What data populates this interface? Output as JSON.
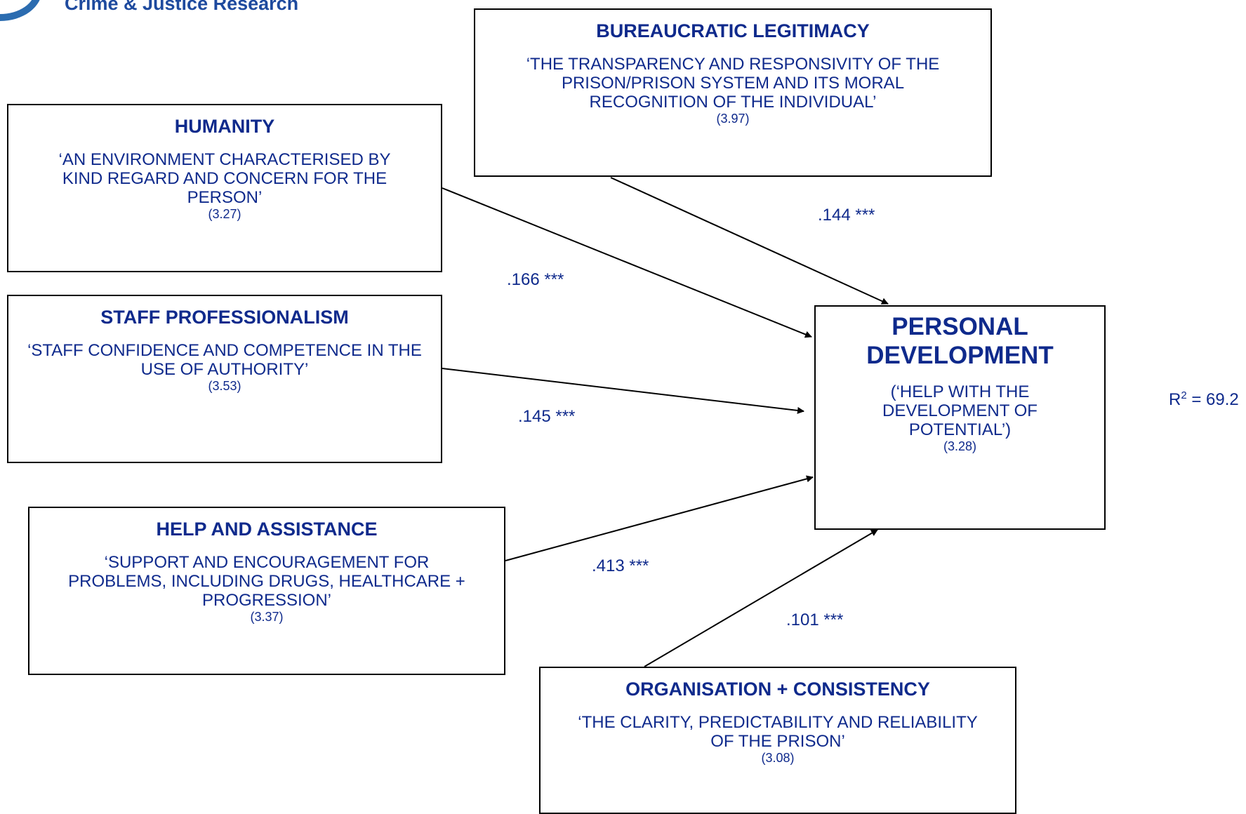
{
  "header": {
    "title": "Crime & Justice Research"
  },
  "boxes": {
    "bureaucratic": {
      "title": "BUREAUCRATIC LEGITIMACY",
      "desc": "‘THE TRANSPARENCY AND RESPONSIVITY OF THE PRISON/PRISON SYSTEM AND ITS MORAL RECOGNITION OF THE INDIVIDUAL’",
      "score": "(3.97)"
    },
    "humanity": {
      "title": "HUMANITY",
      "desc": "‘AN ENVIRONMENT CHARACTERISED BY KIND REGARD AND CONCERN FOR THE PERSON’",
      "score": "(3.27)"
    },
    "staff": {
      "title": "STAFF PROFESSIONALISM",
      "desc": "‘STAFF CONFIDENCE AND COMPETENCE IN THE USE OF AUTHORITY’",
      "score": "(3.53)"
    },
    "help": {
      "title": "HELP AND ASSISTANCE",
      "desc": "‘SUPPORT AND ENCOURAGEMENT FOR PROBLEMS, INCLUDING DRUGS, HEALTHCARE + PROGRESSION’",
      "score": "(3.37)"
    },
    "organisation": {
      "title": "ORGANISATION + CONSISTENCY",
      "desc": "‘THE CLARITY, PREDICTABILITY AND RELIABILITY OF THE PRISON’",
      "score": "(3.08)"
    },
    "outcome": {
      "title": "PERSONAL DEVELOPMENT",
      "desc": "(‘HELP WITH THE DEVELOPMENT OF POTENTIAL’)",
      "score": "(3.28)"
    }
  },
  "coefficients": {
    "bureaucratic": ".144 ***",
    "humanity": ".166 ***",
    "staff": ".145 ***",
    "help": ".413 ***",
    "organisation": ".101 ***"
  },
  "r_squared": {
    "prefix": "R",
    "sup": "2",
    "value": " = 69.2"
  },
  "colors": {
    "text": "#0f2a8c",
    "border": "#000000",
    "arrow": "#000000"
  }
}
